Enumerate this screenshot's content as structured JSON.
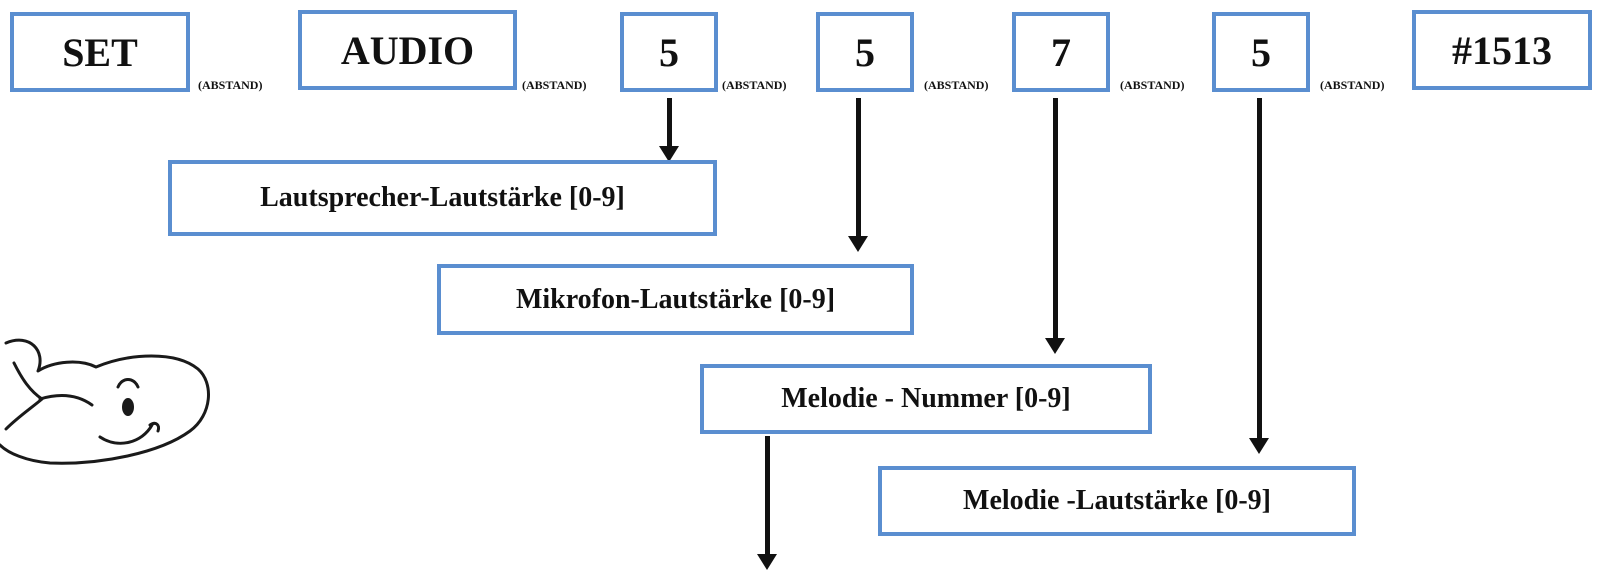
{
  "command": {
    "tokens": [
      "SET",
      "AUDIO",
      "5",
      "5",
      "7",
      "5",
      "#1513"
    ],
    "separator": "(ABSTAND)"
  },
  "parameters": [
    "Lautsprecher-Lautstärke [0-9]",
    "Mikrofon-Lautstärke [0-9]",
    "Melodie - Nummer [0-9]",
    "Melodie -Lautstärke [0-9]"
  ],
  "colors": {
    "box_border": "#5a8ed0",
    "arrow": "#111111",
    "text": "#111111"
  },
  "icons": {
    "logo": "whale-logo"
  }
}
